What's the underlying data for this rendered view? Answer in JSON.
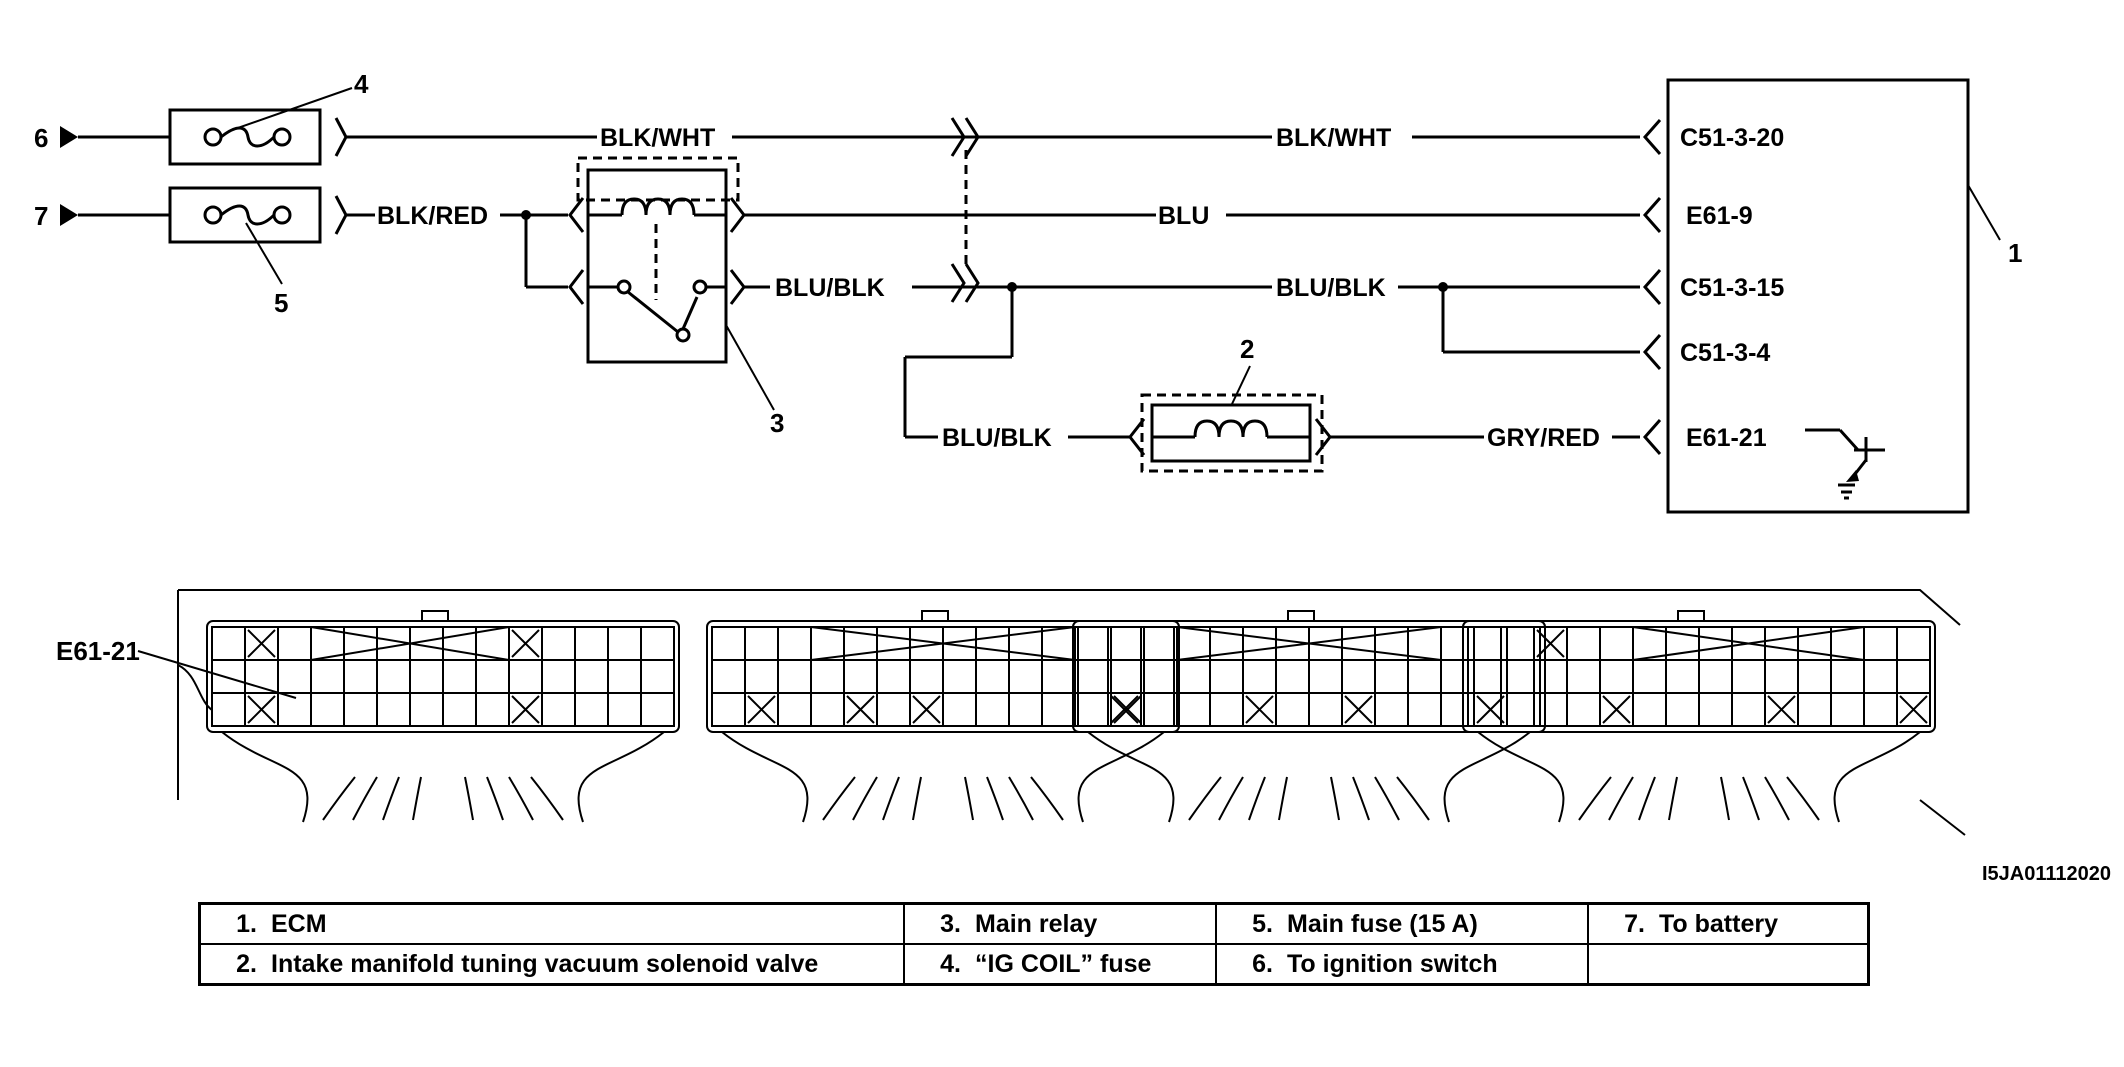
{
  "diagram": {
    "input_numbers": {
      "ignition": "6",
      "battery": "7"
    },
    "callouts": {
      "ecm": "1",
      "solenoid": "2",
      "relay": "3",
      "ig_fuse": "4",
      "main_fuse": "5"
    },
    "wires": {
      "top_left": "BLK/WHT",
      "top_right": "BLK/WHT",
      "battery": "BLK/RED",
      "blu": "BLU",
      "relay_out": "BLU/BLK",
      "ecm_blu_blk": "BLU/BLK",
      "solenoid_in": "BLU/BLK",
      "solenoid_out": "GRY/RED"
    },
    "ecm_pins": [
      "C51-3-20",
      "E61-9",
      "C51-3-15",
      "C51-3-4",
      "E61-21"
    ],
    "connector_label": "E61-21"
  },
  "figure_id": "I5JA01112020",
  "legend": {
    "rows": [
      [
        {
          "num": "1.",
          "text": "ECM"
        },
        {
          "num": "3.",
          "text": "Main relay"
        },
        {
          "num": "5.",
          "text": "Main fuse (15 A)"
        },
        {
          "num": "7.",
          "text": "To battery"
        }
      ],
      [
        {
          "num": "2.",
          "text": "Intake manifold tuning vacuum solenoid valve"
        },
        {
          "num": "4.",
          "text": "“IG COIL” fuse"
        },
        {
          "num": "6.",
          "text": "To ignition switch"
        },
        {
          "num": "",
          "text": ""
        }
      ]
    ]
  }
}
